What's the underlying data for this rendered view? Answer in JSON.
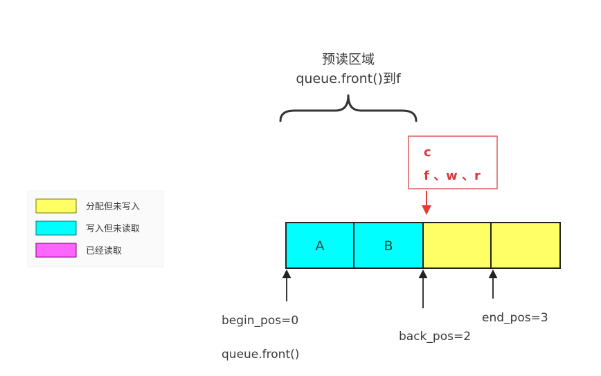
{
  "colors": {
    "allocated_unwritten": "#ffff66",
    "written_unread": "#00ffff",
    "read": "#ff66ff",
    "note_border": "#e05a5a",
    "note_text": "#d9393b",
    "arrow_red": "#e53935",
    "outline": "#222222"
  },
  "legend": {
    "items": [
      {
        "label": "分配但未写入",
        "color": "#ffff66"
      },
      {
        "label": "写入但未读取",
        "color": "#00ffff"
      },
      {
        "label": "已经读取",
        "color": "#ff66ff"
      }
    ]
  },
  "prefetch": {
    "title": "预读区域",
    "subtitle": "queue.front()到f"
  },
  "note": {
    "line1": "c",
    "line2": "f 、w 、r"
  },
  "cells": [
    {
      "label": "A",
      "state": "written_unread"
    },
    {
      "label": "B",
      "state": "written_unread"
    },
    {
      "label": "",
      "state": "allocated_unwritten"
    },
    {
      "label": "",
      "state": "allocated_unwritten"
    }
  ],
  "pointers": {
    "begin": "begin_pos=0",
    "front": "queue.front()",
    "back": "back_pos=2",
    "end": "end_pos=3"
  }
}
